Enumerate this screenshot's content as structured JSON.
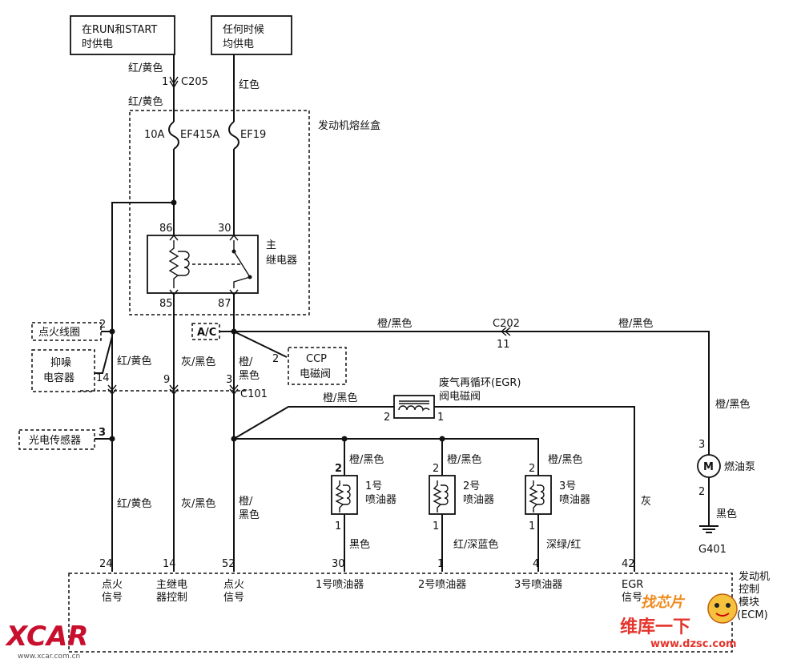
{
  "power": {
    "run_start_line1": "在RUN和START",
    "run_start_line2": "时供电",
    "always_line1": "任何时候",
    "always_line2": "均供电"
  },
  "wires": {
    "red_yellow": "红/黄色",
    "red": "红色",
    "gray_black": "灰/黑色",
    "orange_black": "橙/黑色",
    "orange_black_split1": "橙/",
    "orange_black_split2": "黑色",
    "black": "黑色",
    "red_darkblue": "红/深蓝色",
    "darkgreen_red": "深绿/红",
    "gray": "灰"
  },
  "connectors": {
    "c205_pin": "1",
    "c205": "C205",
    "c101": "C101",
    "c202": "C202",
    "c202_pin": "11",
    "pin_14": "14",
    "pin_9": "9",
    "pin_3": "3",
    "pin_2": "2"
  },
  "fuse_box": {
    "title": "发动机熔丝盒",
    "fuse1_rating": "10A",
    "fuse1_name": "EF415A",
    "fuse2_name": "EF19"
  },
  "relay": {
    "title_line1": "主",
    "title_line2": "继电器",
    "pin_86": "86",
    "pin_30": "30",
    "pin_85": "85",
    "pin_87": "87"
  },
  "components": {
    "ignition_coil": "点火线圈",
    "noise_cap_line1": "抑噪",
    "noise_cap_line2": "电容器",
    "photo_sensor": "光电传感器",
    "ac": "A/C",
    "ccp_line1": "CCP",
    "ccp_line2": "电磁阀",
    "egr_line1": "废气再循环(EGR)",
    "egr_line2": "阀电磁阀",
    "fuel_pump": "燃油泵",
    "motor_symbol": "M",
    "ground": "G401"
  },
  "injectors": [
    {
      "name_line1": "1号",
      "name_line2": "喷油器",
      "top_pin": "2",
      "bottom_pin": "1",
      "ecm_pin": "30",
      "label": "1号喷油器"
    },
    {
      "name_line1": "2号",
      "name_line2": "喷油器",
      "top_pin": "2",
      "bottom_pin": "1",
      "ecm_pin": "1",
      "label": "2号喷油器"
    },
    {
      "name_line1": "3号",
      "name_line2": "喷油器",
      "top_pin": "2",
      "bottom_pin": "1",
      "ecm_pin": "4",
      "label": "3号喷油器"
    }
  ],
  "egr_pins": {
    "left": "2",
    "right": "1"
  },
  "pump_pins": {
    "top": "3",
    "bottom": "2"
  },
  "ecm": {
    "title_line1": "发动机",
    "title_line2": "控制",
    "title_line3": "模块",
    "title_line4": "(ECM)",
    "pins": [
      {
        "pin": "24",
        "line1": "点火",
        "line2": "信号"
      },
      {
        "pin": "14",
        "line1": "主继电",
        "line2": "器控制"
      },
      {
        "pin": "52",
        "line1": "点火",
        "line2": "信号"
      },
      {
        "pin": "42",
        "line1": "EGR",
        "line2": "信号"
      }
    ]
  },
  "watermarks": {
    "xcar": "XCAR",
    "xcar_url": "www.xcar.com.cn",
    "find_chip": "找芯片",
    "weiku": "维库一下",
    "dzsc": "www.dzsc.com"
  }
}
